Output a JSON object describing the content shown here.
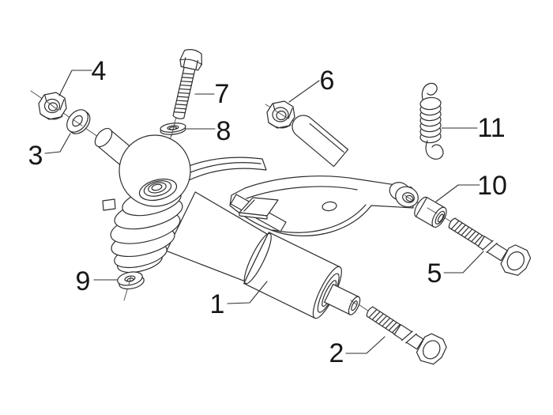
{
  "figure": {
    "kind": "exploded-parts-diagram",
    "background_color": "#ffffff",
    "line_color": "#2e2e2e",
    "label_color": "#161616"
  },
  "callouts": [
    {
      "label": "1",
      "part": "swingarm-body"
    },
    {
      "label": "2",
      "part": "hex-bolt-lower"
    },
    {
      "label": "3",
      "part": "washer-left"
    },
    {
      "label": "4",
      "part": "hex-nut-left"
    },
    {
      "label": "5",
      "part": "hex-bolt-right"
    },
    {
      "label": "6",
      "part": "hex-nut-center"
    },
    {
      "label": "7",
      "part": "hex-bolt-top"
    },
    {
      "label": "8",
      "part": "washer-top"
    },
    {
      "label": "9",
      "part": "washer-bottom"
    },
    {
      "label": "10",
      "part": "spacer-bushing"
    },
    {
      "label": "11",
      "part": "tension-spring"
    }
  ]
}
